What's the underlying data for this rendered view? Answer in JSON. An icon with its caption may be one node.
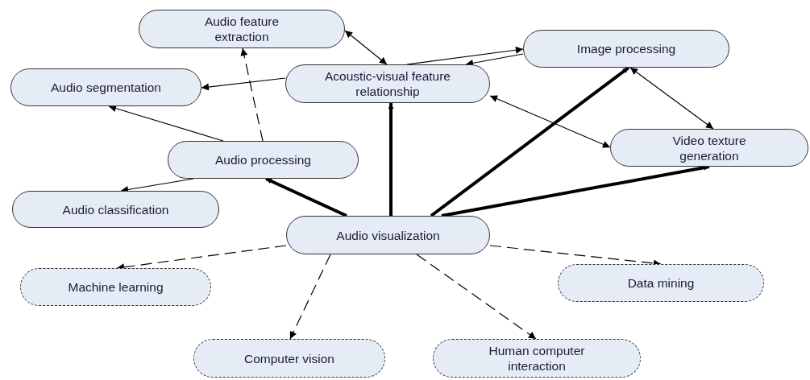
{
  "diagram": {
    "nodes": [
      {
        "text": [
          "Audio feature extraction"
        ]
      },
      {
        "text": [
          "Image processing"
        ]
      },
      {
        "text": [
          "Audio segmentation"
        ]
      },
      {
        "text": [
          "Acoustic-visual feature relationship"
        ]
      },
      {
        "text": [
          "Video texture generation"
        ]
      },
      {
        "text": [
          "Audio processing"
        ]
      },
      {
        "text": [
          "Audio classification"
        ]
      },
      {
        "text": [
          "Audio visualization"
        ]
      },
      {
        "text": [
          "Machine learning"
        ]
      },
      {
        "text": [
          "Data mining"
        ]
      },
      {
        "text": [
          "Computer vision"
        ]
      },
      {
        "text": [
          "Human computer interaction"
        ]
      }
    ],
    "edges": [
      {
        "from": 0,
        "to": 3,
        "arrow": "both"
      },
      {
        "from": 3,
        "to": 1,
        "arrow": "to"
      },
      {
        "from": 1,
        "to": 3,
        "arrow": "to"
      },
      {
        "from": 3,
        "to": 2,
        "arrow": "to"
      },
      {
        "from": 3,
        "to": 4,
        "arrow": "both"
      },
      {
        "from": 1,
        "to": 4,
        "arrow": "both"
      },
      {
        "from": 5,
        "to": 2,
        "arrow": "to"
      },
      {
        "from": 5,
        "to": 0,
        "arrow": "to",
        "style": "dashed"
      },
      {
        "from": 5,
        "to": 6,
        "arrow": "to"
      },
      {
        "from": 7,
        "to": 5,
        "arrow": "to",
        "style": "thick"
      },
      {
        "from": 7,
        "to": 3,
        "arrow": "to",
        "style": "thick"
      },
      {
        "from": 7,
        "to": 1,
        "arrow": "to",
        "style": "thick"
      },
      {
        "from": 7,
        "to": 4,
        "arrow": "to",
        "style": "thick"
      },
      {
        "from": 7,
        "to": 8,
        "arrow": "to",
        "style": "dashed"
      },
      {
        "from": 7,
        "to": 10,
        "arrow": "to",
        "style": "dashed"
      },
      {
        "from": 7,
        "to": 11,
        "arrow": "to",
        "style": "dashed"
      },
      {
        "from": 7,
        "to": 9,
        "arrow": "to",
        "style": "dashed"
      }
    ]
  }
}
